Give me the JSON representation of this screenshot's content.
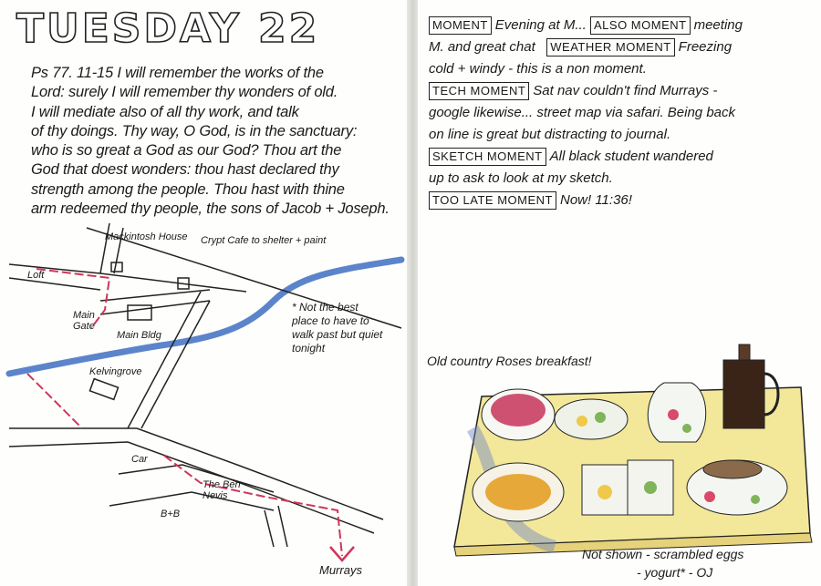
{
  "left_page": {
    "title": "TUESDAY 22",
    "psalm_lines": [
      "Ps 77. 11-15 I will remember the works of the",
      "Lord: surely I will remember thy wonders of old.",
      "I will mediate also of all thy work, and talk",
      "of thy doings. Thy way, O God, is in the sanctuary:",
      "who is so great a God as our God? Thou art the",
      "God that doest wonders: thou hast declared thy",
      "strength among the people. Thou hast with thine",
      "arm redeemed thy people, the sons of Jacob + Joseph."
    ],
    "map_labels": {
      "mackintosh": "Mackintosh House",
      "cafe": "Crypt Cafe to shelter + paint",
      "loft": "Loft",
      "main_gate": "Main Gate",
      "main_bldg": "Main Bldg",
      "note": "* Not the best place to have to walk past but quiet tonight",
      "kelvingrove": "Kelvingrove",
      "car": "Car",
      "ben_nevis": "The Ben Nevis",
      "bnb": "B+B",
      "murrays": "Murrays"
    }
  },
  "right_page": {
    "lines": [
      {
        "tag": "MOMENT",
        "text": "Evening at M...",
        "tag2": "ALSO MOMENT",
        "text2": "meeting"
      },
      {
        "text": "M. and great chat",
        "tag2": "WEATHER MOMENT",
        "text2": "Freezing"
      },
      {
        "text": "cold + windy - this is a non moment."
      },
      {
        "tag": "TECH MOMENT",
        "text": "Sat nav couldn't find Murrays -"
      },
      {
        "text": "google likewise... street map via safari. Being back"
      },
      {
        "text": "on line is great but distracting to journal."
      },
      {
        "tag": "SKETCH MOMENT",
        "text": "All black student wandered"
      },
      {
        "text": "up to ask to look at my sketch."
      },
      {
        "tag": "TOO LATE MOMENT",
        "text": "Now! 11:36!"
      }
    ],
    "breakfast_caption": "Old country Roses breakfast!",
    "footer_line1": "Not shown - scrambled eggs",
    "footer_line2": "- yogurt* - OJ"
  }
}
